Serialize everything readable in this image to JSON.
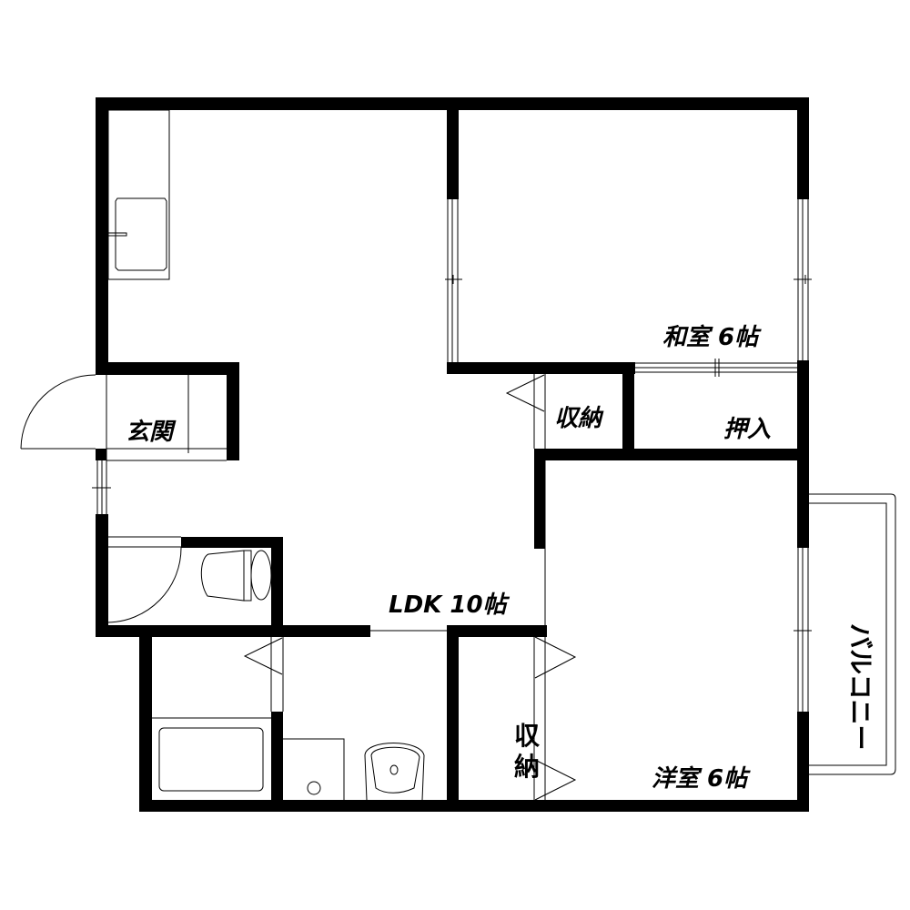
{
  "floorplan": {
    "layout_type": "2LDK",
    "rooms": [
      {
        "id": "ldk",
        "label": "LDK 10帖"
      },
      {
        "id": "washitsu",
        "label": "和室 6帖"
      },
      {
        "id": "youshitsu",
        "label": "洋室 6帖"
      },
      {
        "id": "genkan",
        "label": "玄関"
      },
      {
        "id": "storage_upper",
        "label": "収納"
      },
      {
        "id": "oshiire",
        "label": "押入"
      },
      {
        "id": "storage_lower",
        "label": "収納"
      },
      {
        "id": "balcony",
        "label": "バルコニー"
      }
    ],
    "fixtures": [
      "kitchen-sink",
      "toilet",
      "bathtub",
      "washing-machine-space",
      "washbasin"
    ],
    "colors": {
      "wall": "#000000",
      "background": "#ffffff"
    }
  }
}
